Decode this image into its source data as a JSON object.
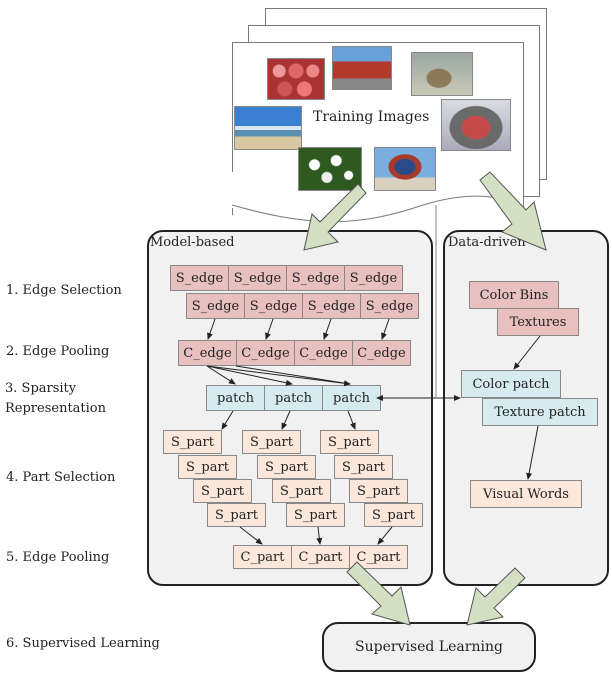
{
  "training": {
    "label": "Training Images"
  },
  "model_panel": {
    "title": "Model-based"
  },
  "data_panel": {
    "title": "Data-driven"
  },
  "steps": [
    "1. Edge Selection",
    "2. Edge Pooling",
    "3. Sparsity\nRepresentation",
    "4. Part Selection",
    "5. Edge Pooling",
    "6. Supervised Learning"
  ],
  "s_edge": [
    "S_edge",
    "S_edge",
    "S_edge",
    "S_edge",
    "S_edge",
    "S_edge",
    "S_edge",
    "S_edge"
  ],
  "c_edge": [
    "C_edge",
    "C_edge",
    "C_edge",
    "C_edge"
  ],
  "patch": [
    "patch",
    "patch",
    "patch"
  ],
  "s_part": [
    "S_part",
    "S_part",
    "S_part",
    "S_part",
    "S_part",
    "S_part",
    "S_part",
    "S_part",
    "S_part",
    "S_part",
    "S_part",
    "S_part"
  ],
  "c_part": [
    "C_part",
    "C_part",
    "C_part"
  ],
  "data_items": {
    "color_bins": "Color Bins",
    "textures": "Textures",
    "color_patch": "Color patch",
    "texture_patch": "Texture patch",
    "visual_words": "Visual Words"
  },
  "supervised": {
    "label": "Supervised Learning"
  },
  "colors": {
    "edge_fill": "#e8c0c0",
    "patch_fill": "#d6ebf0",
    "part_fill": "#fbe8da",
    "arrow_fill": "#d3e0c4",
    "panel_fill": "#f1f1f1"
  },
  "icons": [
    "photo-apples",
    "photo-gate-tower",
    "photo-bird",
    "photo-beach",
    "photo-stadium",
    "photo-white-flowers",
    "photo-temple-of-heaven"
  ]
}
